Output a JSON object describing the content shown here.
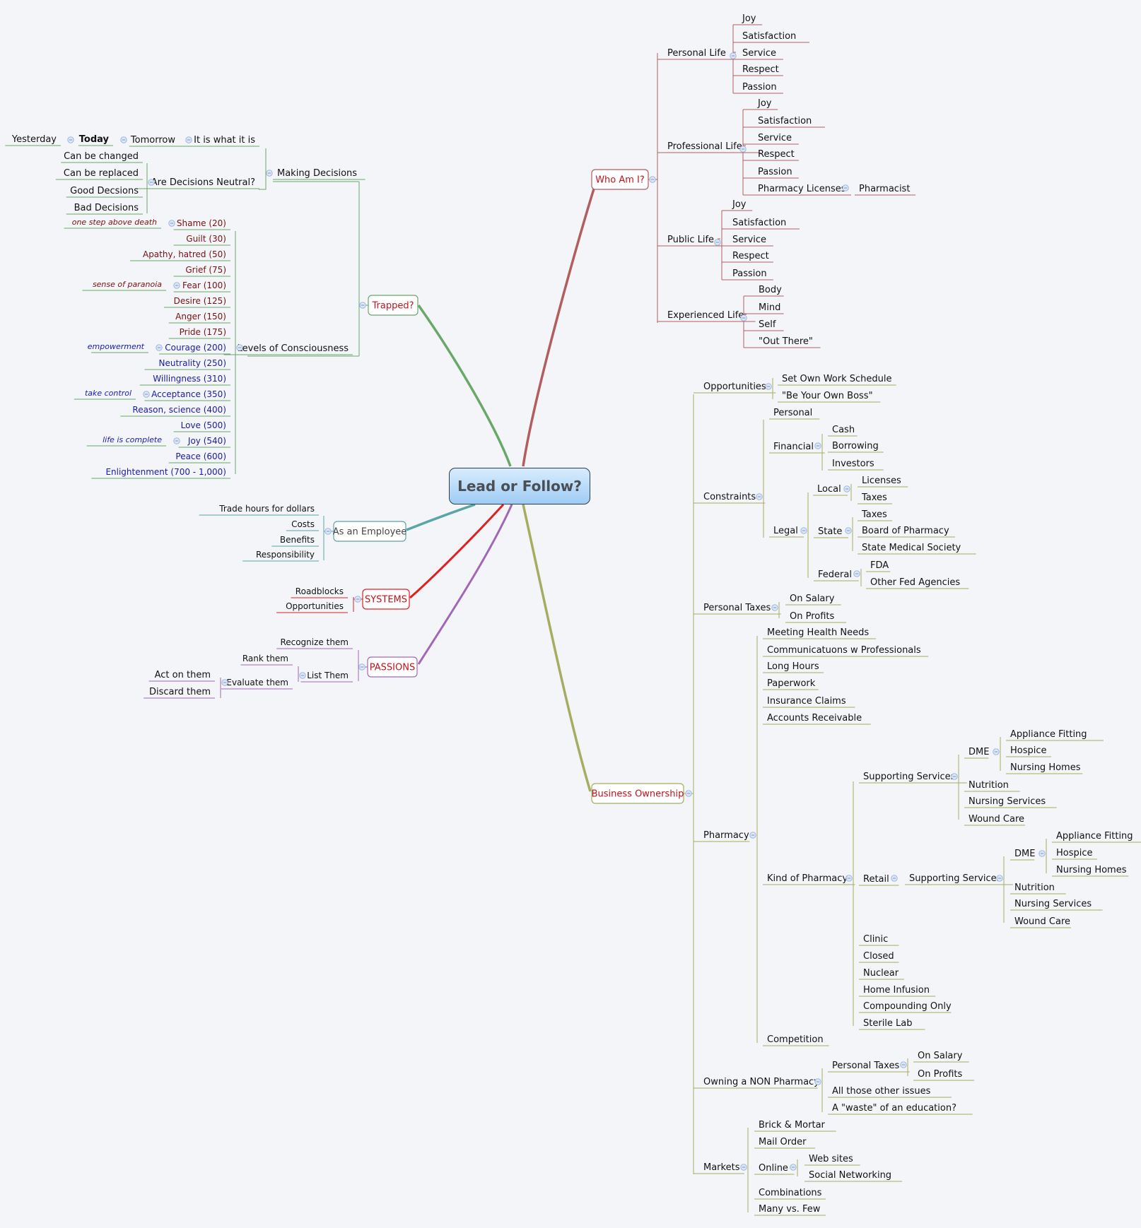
{
  "central_topic": "Lead or Follow?",
  "colors": {
    "background": "#f3f5f8",
    "who_am_i": "#b25e5e",
    "trapped": "#6aa86a",
    "as_an_employee": "#5aa5a5",
    "systems": "#e02020",
    "passions": "#a268b8",
    "business_ownership": "#a6ad60",
    "branch_label_red": "#c0141b",
    "low_levels_text": "#7a1010",
    "high_levels_text": "#1a1aaa",
    "collapse_button": "#9db7de"
  },
  "icons": [
    "collapse-icon"
  ],
  "branches": {
    "who_am_i": {
      "label": "Who Am I?",
      "personal_life": {
        "label": "Personal Life",
        "items": [
          "Joy",
          "Satisfaction",
          "Service",
          "Respect",
          "Passion"
        ]
      },
      "professional_life": {
        "label": "Professional Life",
        "items": [
          "Joy",
          "Satisfaction",
          "Service",
          "Respect",
          "Passion",
          "Pharmacy Licenses"
        ],
        "pharmacy_licenses_child": "Pharmacist"
      },
      "public_life": {
        "label": "Public Life",
        "items": [
          "Joy",
          "Satisfaction",
          "Service",
          "Respect",
          "Passion"
        ]
      },
      "experienced_life": {
        "label": "Experienced Life",
        "items": [
          "Body",
          "Mind",
          "Self",
          "\"Out There\""
        ]
      }
    },
    "trapped": {
      "label": "Trapped?",
      "making_decisions": {
        "label": "Making Decisions",
        "time_chain": [
          "It is what it is",
          "Tomorrow",
          "Today",
          "Yesterday"
        ],
        "neutral": {
          "label": "Are Decisions Neutral?",
          "items": [
            "Can be changed",
            "Can be replaced",
            "Good Decsions",
            "Bad Decisions"
          ]
        }
      },
      "levels": {
        "label": "Levels of Consciousness",
        "items": [
          "Shame (20)",
          "Guilt (30)",
          "Apathy, hatred (50)",
          "Grief (75)",
          "Fear (100)",
          "Desire (125)",
          "Anger (150)",
          "Pride (175)",
          "Courage (200)",
          "Neutrality (250)",
          "Willingness (310)",
          "Acceptance (350)",
          "Reason, science (400)",
          "Love (500)",
          "Joy (540)",
          "Peace (600)",
          "Enlightenment (700 - 1,000)"
        ],
        "notes": {
          "shame": "one step above death",
          "fear": "sense of paranoia",
          "courage": "empowerment",
          "acceptance": "take control",
          "joy": "life is complete"
        }
      }
    },
    "as_an_employee": {
      "label": "As an Employee",
      "items": [
        "Trade hours for dollars",
        "Costs",
        "Benefits",
        "Responsibility"
      ]
    },
    "systems": {
      "label": "SYSTEMS",
      "items": [
        "Roadblocks",
        "Opportunities"
      ]
    },
    "passions": {
      "label": "PASSIONS",
      "recognize": "Recognize them",
      "list_them": "List Them",
      "rank": "Rank them",
      "evaluate": "Evaluate them",
      "evaluate_items": [
        "Act on them",
        "Discard them"
      ]
    },
    "business_ownership": {
      "label": "Business Ownership",
      "opportunities": {
        "label": "Opportunities",
        "items": [
          "Set Own Work Schedule",
          "\"Be Your Own Boss\""
        ]
      },
      "constraints": {
        "label": "Constraints",
        "personal": "Personal",
        "financial": {
          "label": "Financial",
          "items": [
            "Cash",
            "Borrowing",
            "Investors"
          ]
        },
        "legal": {
          "label": "Legal",
          "local": {
            "label": "Local",
            "items": [
              "Licenses",
              "Taxes"
            ]
          },
          "state": {
            "label": "State",
            "items": [
              "Taxes",
              "Board of Pharmacy",
              "State Medical Society"
            ]
          },
          "federal": {
            "label": "Federal",
            "items": [
              "FDA",
              "Other Fed Agencies"
            ]
          }
        }
      },
      "personal_taxes": {
        "label": "Personal Taxes",
        "items": [
          "On Salary",
          "On Profits"
        ]
      },
      "pharmacy": {
        "label": "Pharmacy",
        "items": [
          "Meeting Health Needs",
          "Communicatuons w Professionals",
          "Long Hours",
          "Paperwork",
          "Insurance Claims",
          "Accounts Receivable"
        ],
        "kind": {
          "label": "Kind of Pharmacy",
          "supporting_services": {
            "label": "Supporting Services",
            "dme": {
              "label": "DME",
              "items": [
                "Appliance Fitting",
                "Hospice",
                "Nursing Homes"
              ]
            },
            "items": [
              "Nutrition",
              "Nursing Services",
              "Wound Care"
            ]
          },
          "retail": {
            "label": "Retail",
            "supporting_services": {
              "label": "Supporting Services",
              "dme": {
                "label": "DME",
                "items": [
                  "Appliance Fitting",
                  "Hospice",
                  "Nursing Homes"
                ]
              },
              "items": [
                "Nutrition",
                "Nursing Services",
                "Wound Care"
              ]
            }
          },
          "other_kinds": [
            "Clinic",
            "Closed",
            "Nuclear",
            "Home Infusion",
            "Compounding Only",
            "Sterile Lab"
          ]
        },
        "competition": "Competition"
      },
      "non_pharmacy": {
        "label": "Owning a NON Pharmacy",
        "personal_taxes": {
          "label": "Personal Taxes",
          "items": [
            "On Salary",
            "On Profits"
          ]
        },
        "items": [
          "All those other issues",
          "A \"waste\" of an education?"
        ]
      },
      "markets": {
        "label": "Markets",
        "items": [
          "Brick & Mortar",
          "Mail Order"
        ],
        "online": {
          "label": "Online",
          "items": [
            "Web sites",
            "Social Networking"
          ]
        },
        "more_items": [
          "Combinations",
          "Many vs. Few"
        ]
      }
    }
  }
}
